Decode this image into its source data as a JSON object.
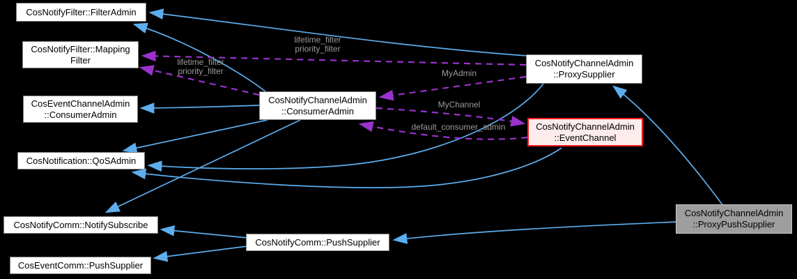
{
  "diagram": {
    "type": "collaboration-graph",
    "background_color": "#000000",
    "colors": {
      "inheritance_edge": "#5caeef",
      "usage_edge": "#9a32cd",
      "edge_label_text": "#9b9b9b",
      "node_fill": "#ffffff",
      "node_border": "#7d7d7d",
      "node_text": "#000000",
      "highlight_node_border": "#ff1a1a",
      "highlight_node_fill": "#fcecec",
      "current_node_fill": "#9e9e9e"
    },
    "nodes": {
      "filter_admin": {
        "label": "CosNotifyFilter::FilterAdmin"
      },
      "mapping_filter": {
        "label": "CosNotifyFilter::Mapping\nFilter"
      },
      "cosevent_consumer_admin": {
        "label": "CosEventChannelAdmin\n::ConsumerAdmin"
      },
      "qos_admin": {
        "label": "CosNotification::QoSAdmin"
      },
      "notify_subscribe": {
        "label": "CosNotifyComm::NotifySubscribe"
      },
      "cosevent_push_supplier": {
        "label": "CosEventComm::PushSupplier"
      },
      "consumer_admin": {
        "label": "CosNotifyChannelAdmin\n::ConsumerAdmin"
      },
      "push_supplier": {
        "label": "CosNotifyComm::PushSupplier"
      },
      "proxy_supplier": {
        "label": "CosNotifyChannelAdmin\n::ProxySupplier"
      },
      "event_channel": {
        "label": "CosNotifyChannelAdmin\n::EventChannel"
      },
      "proxy_push_supplier": {
        "label": "CosNotifyChannelAdmin\n::ProxyPushSupplier"
      }
    },
    "edge_labels": {
      "lifetime_filter_from_proxy_supplier": "lifetime_filter\npriority_filter",
      "lifetime_filter_from_consumer_admin": "lifetime_filter\npriority_filter",
      "my_admin": "MyAdmin",
      "my_channel": "MyChannel",
      "default_consumer_admin": "default_consumer_admin"
    },
    "edges": [
      {
        "from": "consumer_admin",
        "to": "filter_admin",
        "kind": "inheritance"
      },
      {
        "from": "proxy_supplier",
        "to": "filter_admin",
        "kind": "inheritance"
      },
      {
        "from": "consumer_admin",
        "to": "cosevent_consumer_admin",
        "kind": "inheritance"
      },
      {
        "from": "consumer_admin",
        "to": "qos_admin",
        "kind": "inheritance"
      },
      {
        "from": "proxy_supplier",
        "to": "qos_admin",
        "kind": "inheritance"
      },
      {
        "from": "event_channel",
        "to": "qos_admin",
        "kind": "inheritance"
      },
      {
        "from": "consumer_admin",
        "to": "notify_subscribe",
        "kind": "inheritance"
      },
      {
        "from": "push_supplier",
        "to": "notify_subscribe",
        "kind": "inheritance"
      },
      {
        "from": "push_supplier",
        "to": "cosevent_push_supplier",
        "kind": "inheritance"
      },
      {
        "from": "proxy_push_supplier",
        "to": "proxy_supplier",
        "kind": "inheritance"
      },
      {
        "from": "proxy_push_supplier",
        "to": "push_supplier",
        "kind": "inheritance"
      },
      {
        "from": "proxy_supplier",
        "to": "mapping_filter",
        "kind": "usage",
        "label": "lifetime_filter\npriority_filter"
      },
      {
        "from": "consumer_admin",
        "to": "mapping_filter",
        "kind": "usage",
        "label": "lifetime_filter\npriority_filter"
      },
      {
        "from": "proxy_supplier",
        "to": "consumer_admin",
        "kind": "usage",
        "label": "MyAdmin"
      },
      {
        "from": "consumer_admin",
        "to": "event_channel",
        "kind": "usage",
        "label": "MyChannel"
      },
      {
        "from": "event_channel",
        "to": "consumer_admin",
        "kind": "usage",
        "label": "default_consumer_admin"
      }
    ]
  }
}
